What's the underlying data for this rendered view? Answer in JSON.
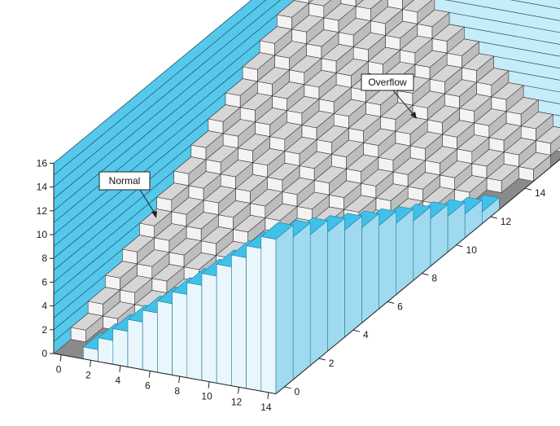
{
  "chart_data": {
    "type": "bar",
    "projection": "3d-isometric",
    "x": [
      0,
      1,
      2,
      3,
      4,
      5,
      6,
      7,
      8,
      9,
      10,
      11,
      12,
      13,
      14
    ],
    "y": [
      0,
      1,
      2,
      3,
      4,
      5,
      6,
      7,
      8,
      9,
      10,
      11,
      12,
      13,
      14,
      15,
      16
    ],
    "zlim": [
      0,
      16
    ],
    "x_ticks": [
      "0",
      "2",
      "4",
      "6",
      "8",
      "10",
      "12",
      "14"
    ],
    "y_ticks": [
      "0",
      "2",
      "4",
      "6",
      "8",
      "10",
      "12",
      "14"
    ],
    "z_ticks": [
      "0",
      "2",
      "4",
      "6",
      "8",
      "10",
      "12",
      "14",
      "16"
    ],
    "grid": true,
    "annotations": [
      {
        "text": "Normal",
        "target": "normal-surface"
      },
      {
        "text": "Overflow",
        "target": "overflow-surface"
      }
    ],
    "colors": {
      "wall": "#55c8ec",
      "wall_light": "#c6ecf9",
      "normal_top": "#d6d6d6",
      "normal_front": "#f3f3f3",
      "overflow_top": "#3fc1ea",
      "overflow_front": "#e9f7fc"
    }
  }
}
